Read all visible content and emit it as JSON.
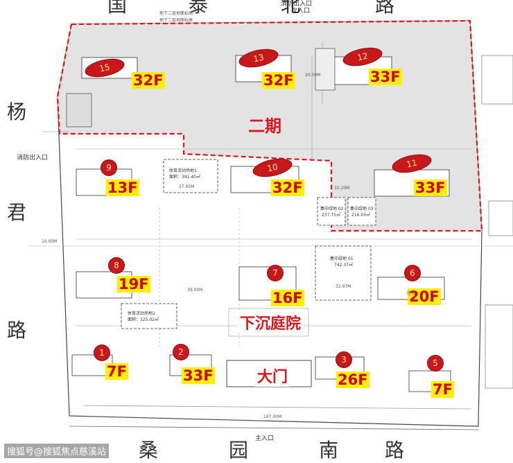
{
  "roads": {
    "north_1": "国",
    "north_2": "泰",
    "north_3": "北",
    "north_4": "路",
    "west_1": "杨",
    "west_2": "君",
    "west_3": "路",
    "south_1": "桑",
    "south_2": "园",
    "south_3": "南",
    "south_4": "路"
  },
  "gates": {
    "north_fire": "消防出入口",
    "north_secondary": "次入口",
    "west_fire": "消防出入口",
    "main_south": "主入口"
  },
  "zones": {
    "phase2": "二期",
    "sunken_courtyard": "下沉庭院",
    "main_gate": "大门"
  },
  "buildings": [
    {
      "num": "15",
      "floors": "32F",
      "shape": "oval"
    },
    {
      "num": "13",
      "floors": "32F",
      "shape": "oval"
    },
    {
      "num": "12",
      "floors": "33F",
      "shape": "oval"
    },
    {
      "num": "9",
      "floors": "13F",
      "shape": "circle"
    },
    {
      "num": "10",
      "floors": "32F",
      "shape": "oval"
    },
    {
      "num": "11",
      "floors": "33F",
      "shape": "oval"
    },
    {
      "num": "8",
      "floors": "19F",
      "shape": "circle"
    },
    {
      "num": "7",
      "floors": "16F",
      "shape": "circle"
    },
    {
      "num": "6",
      "floors": "20F",
      "shape": "circle"
    },
    {
      "num": "1",
      "floors": "7F",
      "shape": "circle"
    },
    {
      "num": "2",
      "floors": "33F",
      "shape": "circle"
    },
    {
      "num": "3",
      "floors": "26F",
      "shape": "circle"
    },
    {
      "num": "5",
      "floors": "7F",
      "shape": "circle"
    }
  ],
  "facilities": {
    "sports1_title": "体育活动场地1",
    "sports1_area": "面积：391.40㎡",
    "sports2_title": "体育活动场地2",
    "sports2_area": "面积：325.02㎡",
    "green1": "集中绿地 01",
    "green1_area": "742.37㎡",
    "green2": "集中绿地 02",
    "green2_area": "237.75㎡",
    "green3": "集中绿地 03",
    "green3_area": "216.03㎡"
  },
  "dims": {
    "d1": "20.00M",
    "d2": "32.20M",
    "d3": "39.00M",
    "d4": "167.00M",
    "d5": "10.00M",
    "d6": "32.97M",
    "d7": "37.95M"
  },
  "small_notes": {
    "north_wall1": "地下二层地面标高",
    "north_wall2": "地下二层地面标高",
    "residence": "住宅"
  },
  "watermark": "搜狐号@搜狐焦点慈溪站",
  "colors": {
    "accent_red": "#e0141c",
    "label_yellow": "#ffef00",
    "badge_red": "#c8181c"
  }
}
